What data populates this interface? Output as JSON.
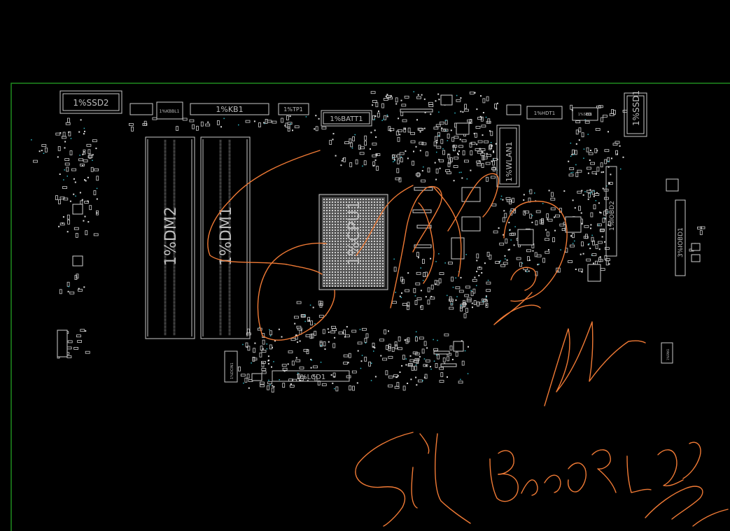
{
  "board": {
    "outline_color": "#1f8a1f",
    "background": "#000000",
    "silk_color": "#c8c8c8",
    "annotation_color": "#f07a35"
  },
  "labels": {
    "ssd2": "1%SSD2",
    "kbbl1": "1%KBBL1",
    "kb1": "1%KB1",
    "tp1": "1%TP1",
    "batt1": "1%BATT1",
    "hdt1": "1%HDT1",
    "spk1": "1%SPK1",
    "ssd1": "1%SSD1",
    "wlan1": "1%WLAN1",
    "iobd2": "1%IOBD2",
    "iobd1": "3%IOBD1",
    "dm2": "1%DM2",
    "dm1": "1%DM1",
    "cpu": "1%CPU1",
    "dcin1": "1%DCIN1",
    "lcd1": "1%LCD1",
    "fan1": "1%FAN1"
  }
}
